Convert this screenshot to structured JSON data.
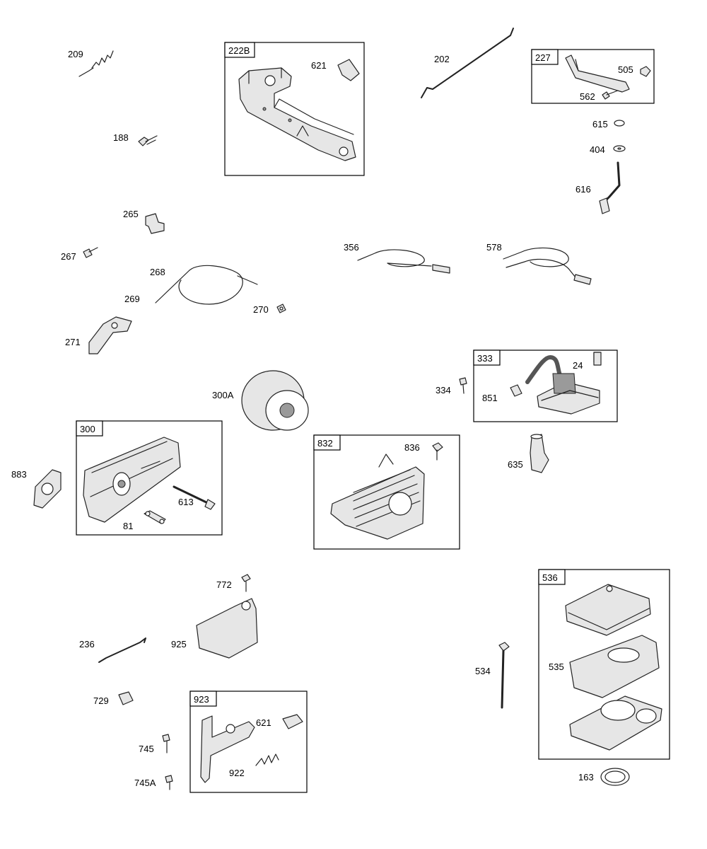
{
  "diagram": {
    "parts": [
      "209",
      "188",
      "265",
      "267",
      "268",
      "269",
      "270",
      "271",
      "621",
      "202",
      "505",
      "562",
      "615",
      "404",
      "616",
      "356",
      "578",
      "24",
      "334",
      "851",
      "635",
      "300A",
      "883",
      "613",
      "81",
      "836",
      "772",
      "236",
      "925",
      "729",
      "745",
      "745A",
      "621",
      "922",
      "534",
      "535",
      "163"
    ],
    "assemblies": [
      "222B",
      "227",
      "333",
      "300",
      "832",
      "536",
      "923"
    ]
  }
}
